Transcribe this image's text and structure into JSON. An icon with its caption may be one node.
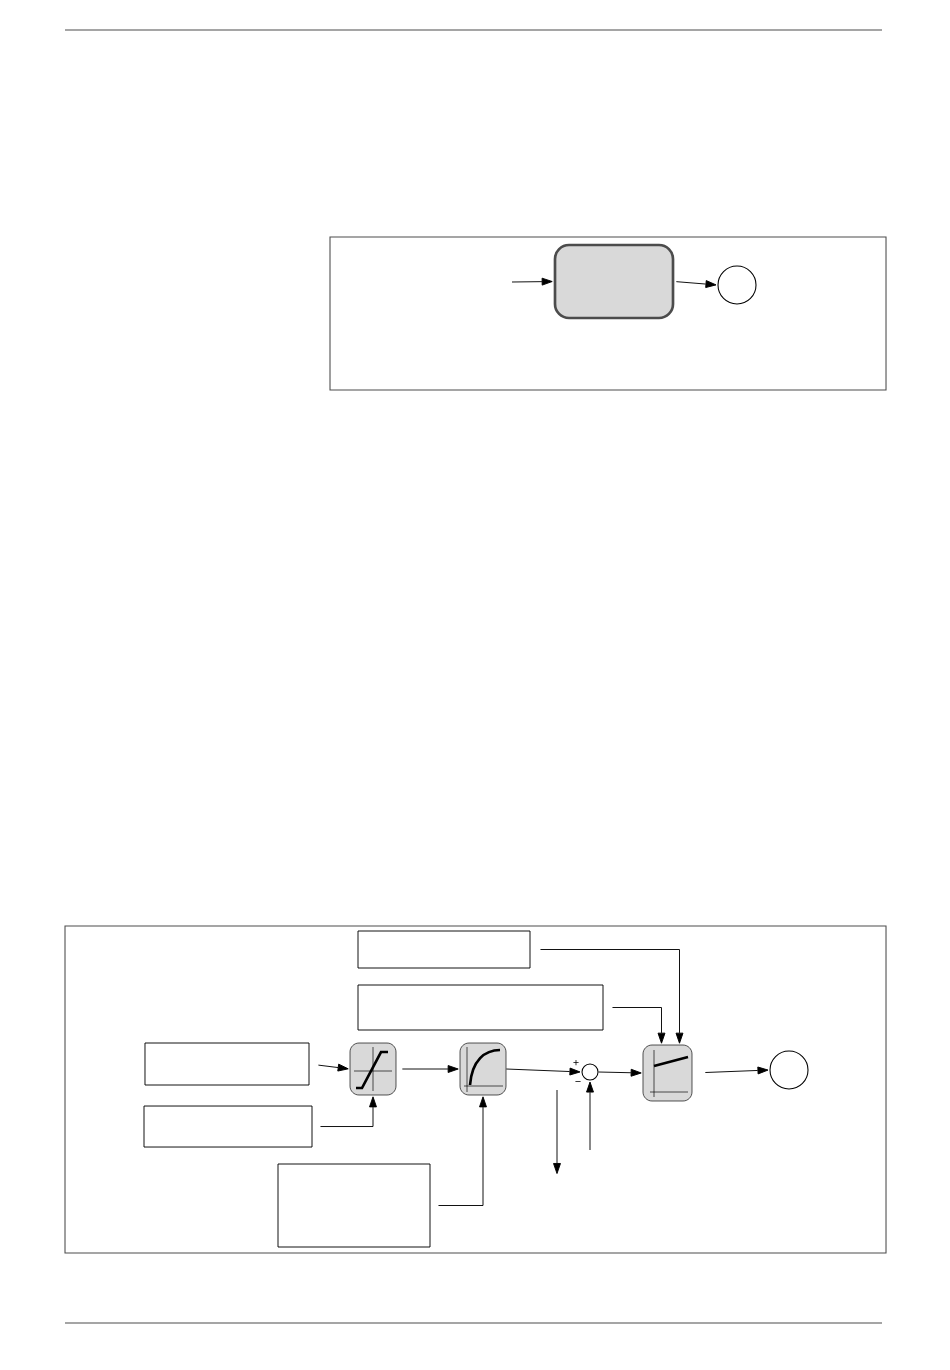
{
  "diagram": {
    "nodes": [
      {
        "text": [],
        "shape": "block"
      },
      {
        "text": [],
        "shape": "circle"
      },
      {
        "text": [],
        "shape": "box"
      },
      {
        "text": [],
        "shape": "box"
      },
      {
        "text": [],
        "shape": "box"
      },
      {
        "text": [],
        "shape": "box"
      },
      {
        "text": [],
        "shape": "box"
      },
      {
        "text": [],
        "shape": "block"
      },
      {
        "text": [],
        "shape": "block"
      },
      {
        "text": [],
        "shape": "circle"
      },
      {
        "text": [],
        "shape": "block"
      },
      {
        "text": [],
        "shape": "circle"
      }
    ],
    "edges": [
      {
        "from": null,
        "to": 0,
        "arrow": "to"
      },
      {
        "from": 0,
        "to": 1,
        "arrow": "to"
      },
      {
        "from": 4,
        "to": 7,
        "arrow": "to"
      },
      {
        "from": 5,
        "to": 7,
        "arrow": "to"
      },
      {
        "from": 7,
        "to": 8,
        "arrow": "to"
      },
      {
        "from": 6,
        "to": 8,
        "arrow": "to"
      },
      {
        "from": 8,
        "to": 9,
        "arrow": "to"
      },
      {
        "from": 9,
        "to": 10,
        "arrow": "to"
      },
      {
        "from": 10,
        "to": 11,
        "arrow": "to"
      },
      {
        "from": 3,
        "to": 10,
        "arrow": "to"
      },
      {
        "from": 2,
        "to": 10,
        "arrow": "to"
      },
      {
        "from": null,
        "to": 9,
        "arrow": "to"
      }
    ],
    "labels": [
      "+",
      "−"
    ]
  }
}
